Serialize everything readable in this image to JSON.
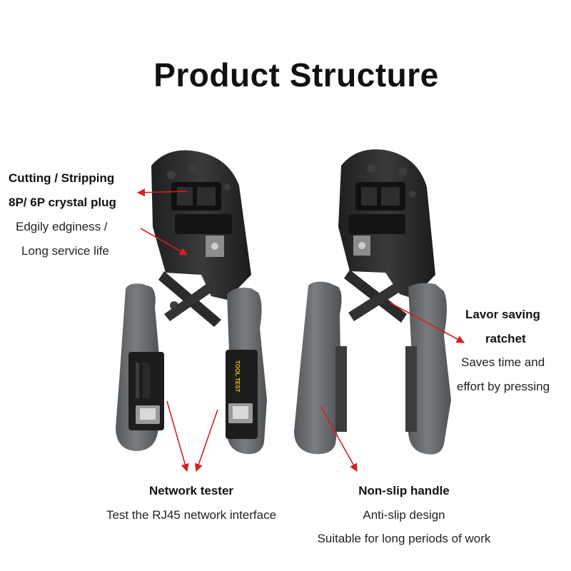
{
  "title": "Product Structure",
  "annotations": {
    "cutting": {
      "line1": "Cutting / Stripping",
      "line2": "8P/ 6P crystal plug",
      "line3": "Edgily edginess /",
      "line4": "Long service life"
    },
    "ratchet": {
      "line1": "Lavor saving",
      "line2": "ratchet",
      "line3": "Saves time and",
      "line4": "effort by pressing"
    },
    "tester": {
      "heading": "Network tester",
      "desc": "Test the RJ45 network interface"
    },
    "handle": {
      "heading": "Non-slip handle",
      "desc1": "Anti-slip design",
      "desc2": "Suitable for long periods of work"
    }
  },
  "tester_module_text": "TOOL TEST",
  "colors": {
    "arrow": "#d81e1e",
    "metal": "#2b2b2b",
    "grip": "#6b6e70",
    "tester_panel": "#1d1d1d",
    "yellow_text": "#e8c400"
  }
}
